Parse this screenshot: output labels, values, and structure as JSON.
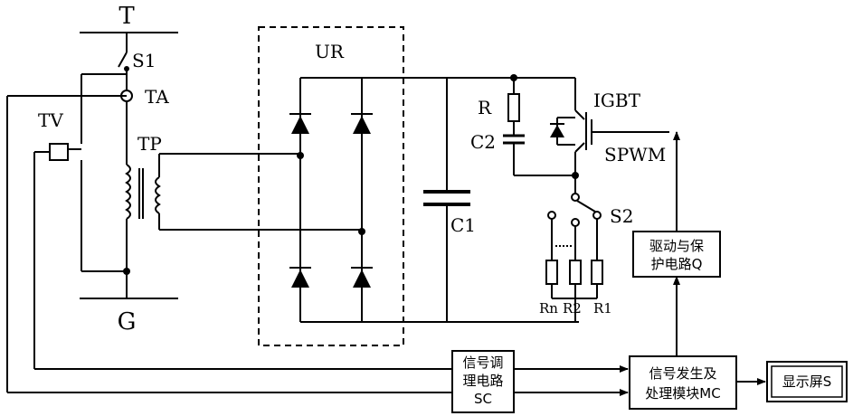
{
  "labels": {
    "T": "T",
    "G": "G",
    "S1": "S1",
    "TA": "TA",
    "TV": "TV",
    "TP": "TP",
    "UR": "UR",
    "R": "R",
    "C2": "C2",
    "C1": "C1",
    "IGBT": "IGBT",
    "SPWM": "SPWM",
    "S2": "S2",
    "Rn": "Rn",
    "R2": "R2",
    "R1": "R1"
  },
  "blocks": {
    "driver_line1": "驱动与保",
    "driver_line2": "护电路Q",
    "sc_line1": "信号调",
    "sc_line2": "理电路",
    "sc_line3": "SC",
    "mc_line1": "信号发生及",
    "mc_line2": "处理模块MC",
    "display": "显示屏S"
  }
}
